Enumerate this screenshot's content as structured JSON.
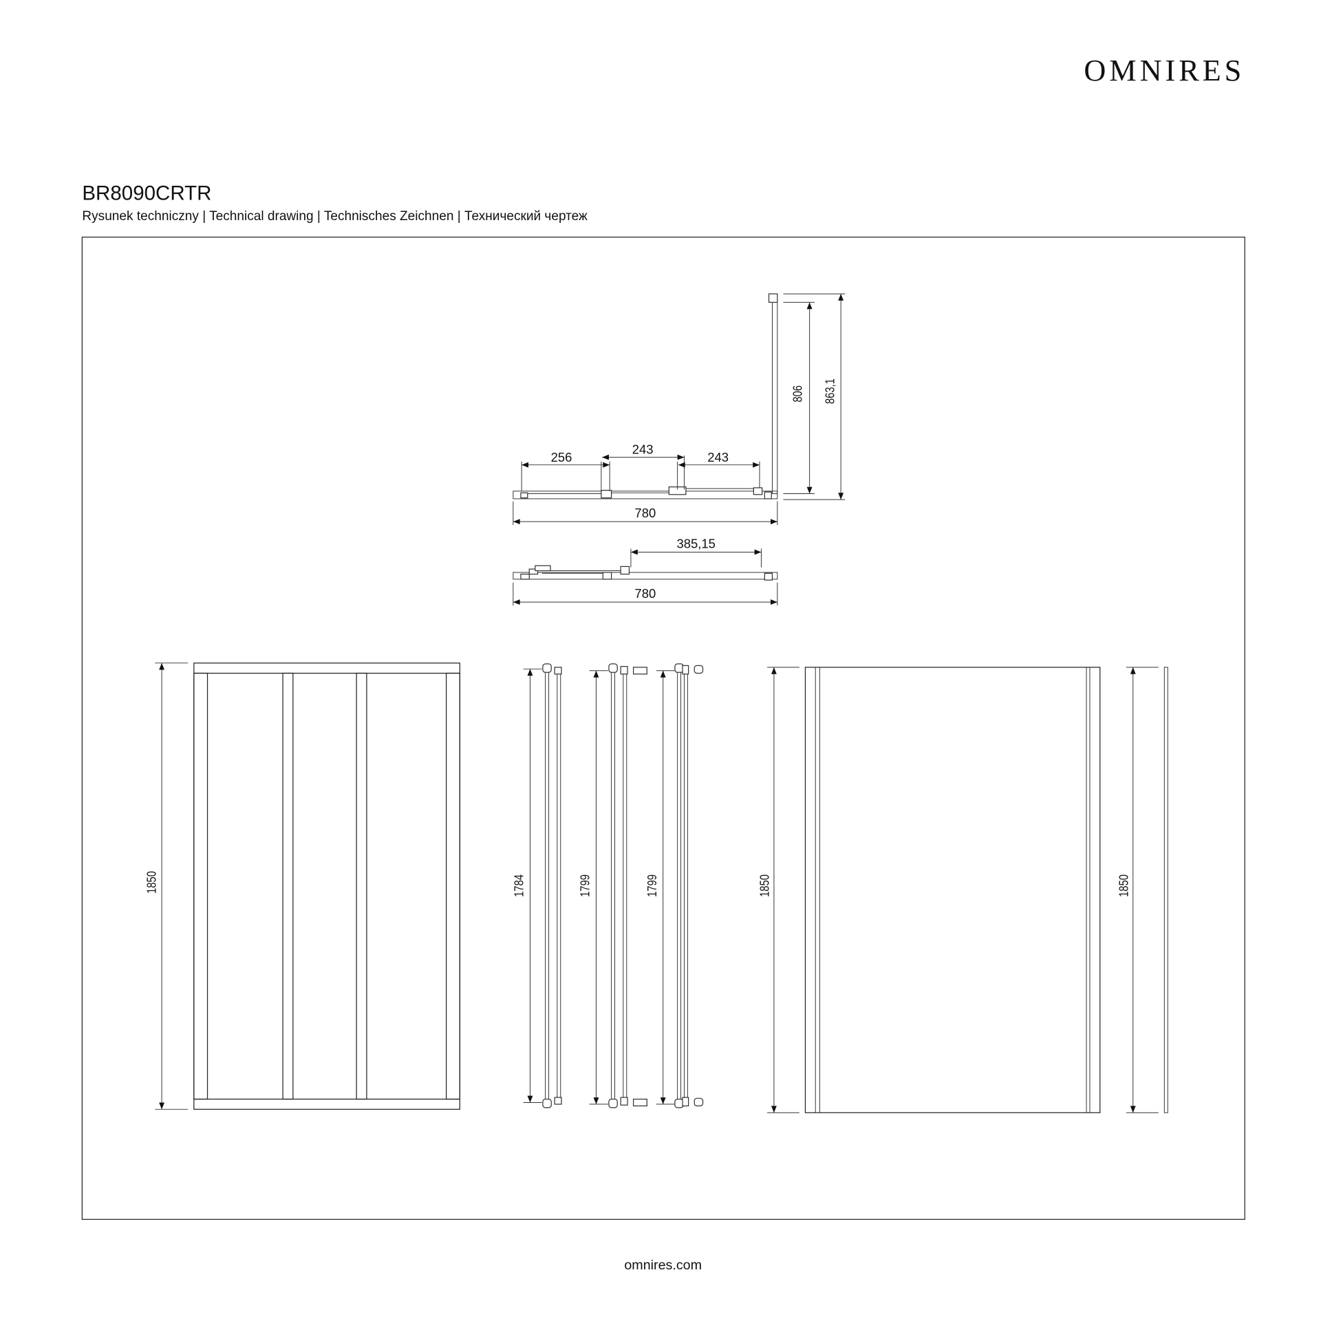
{
  "brand": "OMNIRES",
  "product_code": "BR8090CRTR",
  "subtitle": "Rysunek techniczny | Technical drawing | Technisches Zeichnen | Технический чертеж",
  "footer": "omnires.com",
  "dimensions": {
    "top_view": {
      "d1": "256",
      "d2": "243",
      "d3": "243",
      "width": "780",
      "side_inner": "806",
      "side_outer": "863,1"
    },
    "open_view": {
      "opening": "385,15",
      "width": "780"
    },
    "front_panel_height": "1850",
    "rail_1": "1784",
    "rail_2": "1799",
    "rail_3": "1799",
    "side_panel_height": "1850",
    "side_glass_height": "1850"
  }
}
